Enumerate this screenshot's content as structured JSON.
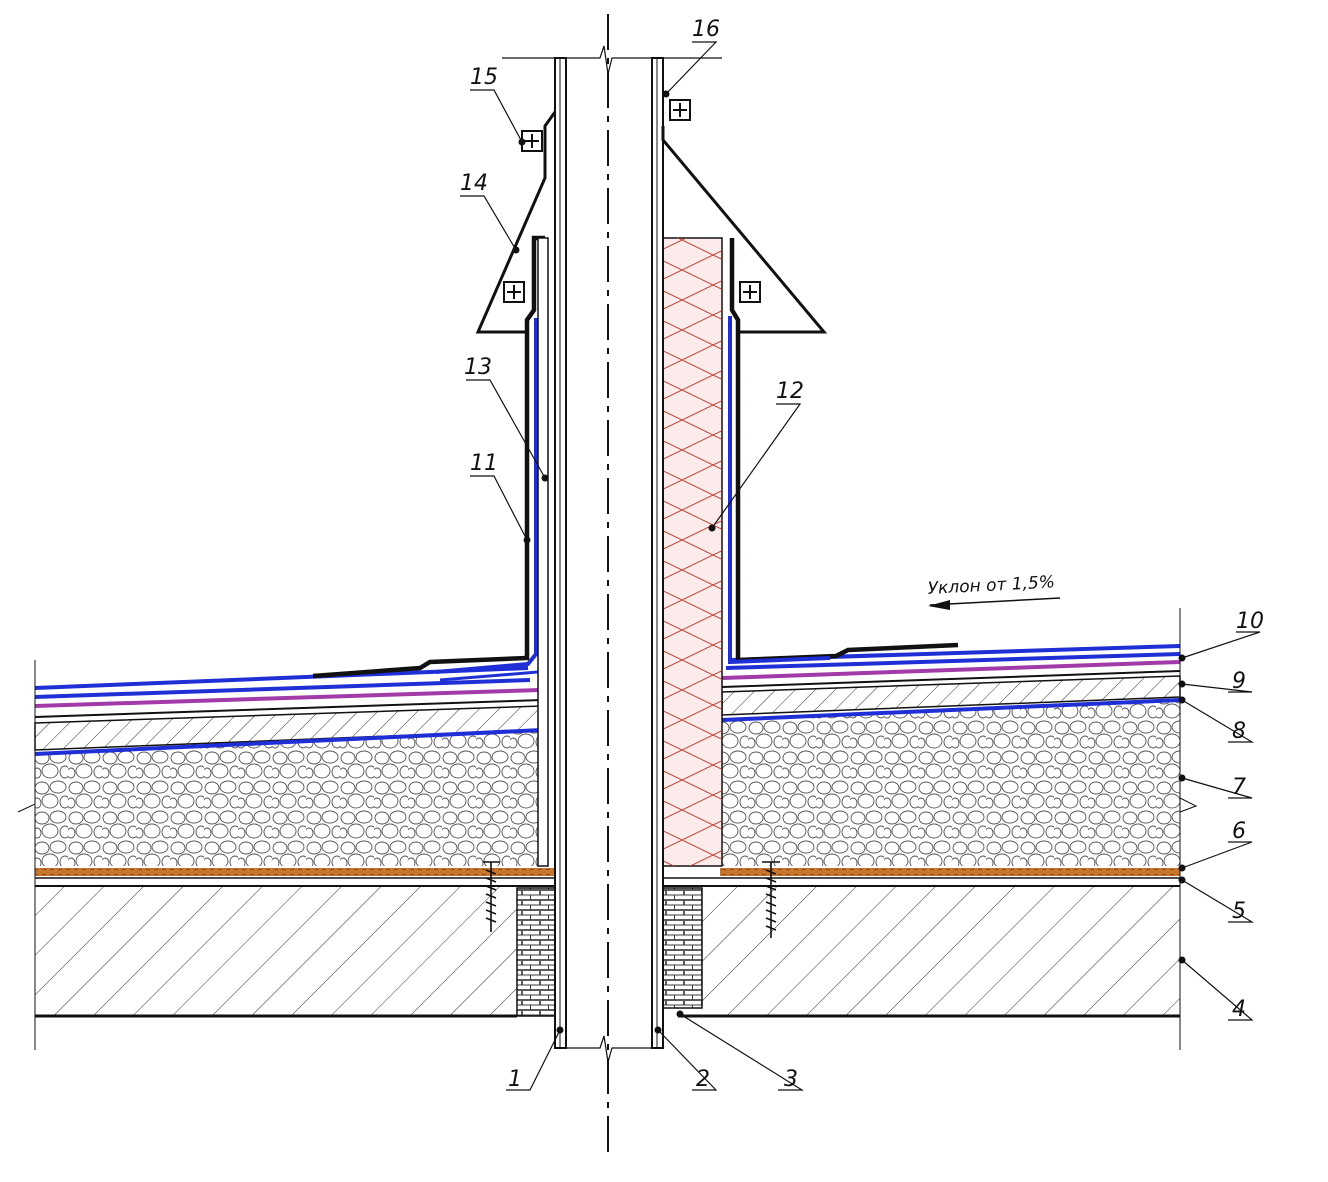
{
  "slope_note": "Уклон от 1,5%",
  "callouts": [
    "1",
    "2",
    "3",
    "4",
    "5",
    "6",
    "7",
    "8",
    "9",
    "10",
    "11",
    "12",
    "13",
    "14",
    "15",
    "16"
  ],
  "colors": {
    "line": "#111111",
    "blue_membrane": "#1f2fd6",
    "purple_membrane": "#a23aa8",
    "orange_layer": "#c8762e",
    "insulation_red": "#c0392b",
    "insulation_fill": "#fbeceb"
  }
}
